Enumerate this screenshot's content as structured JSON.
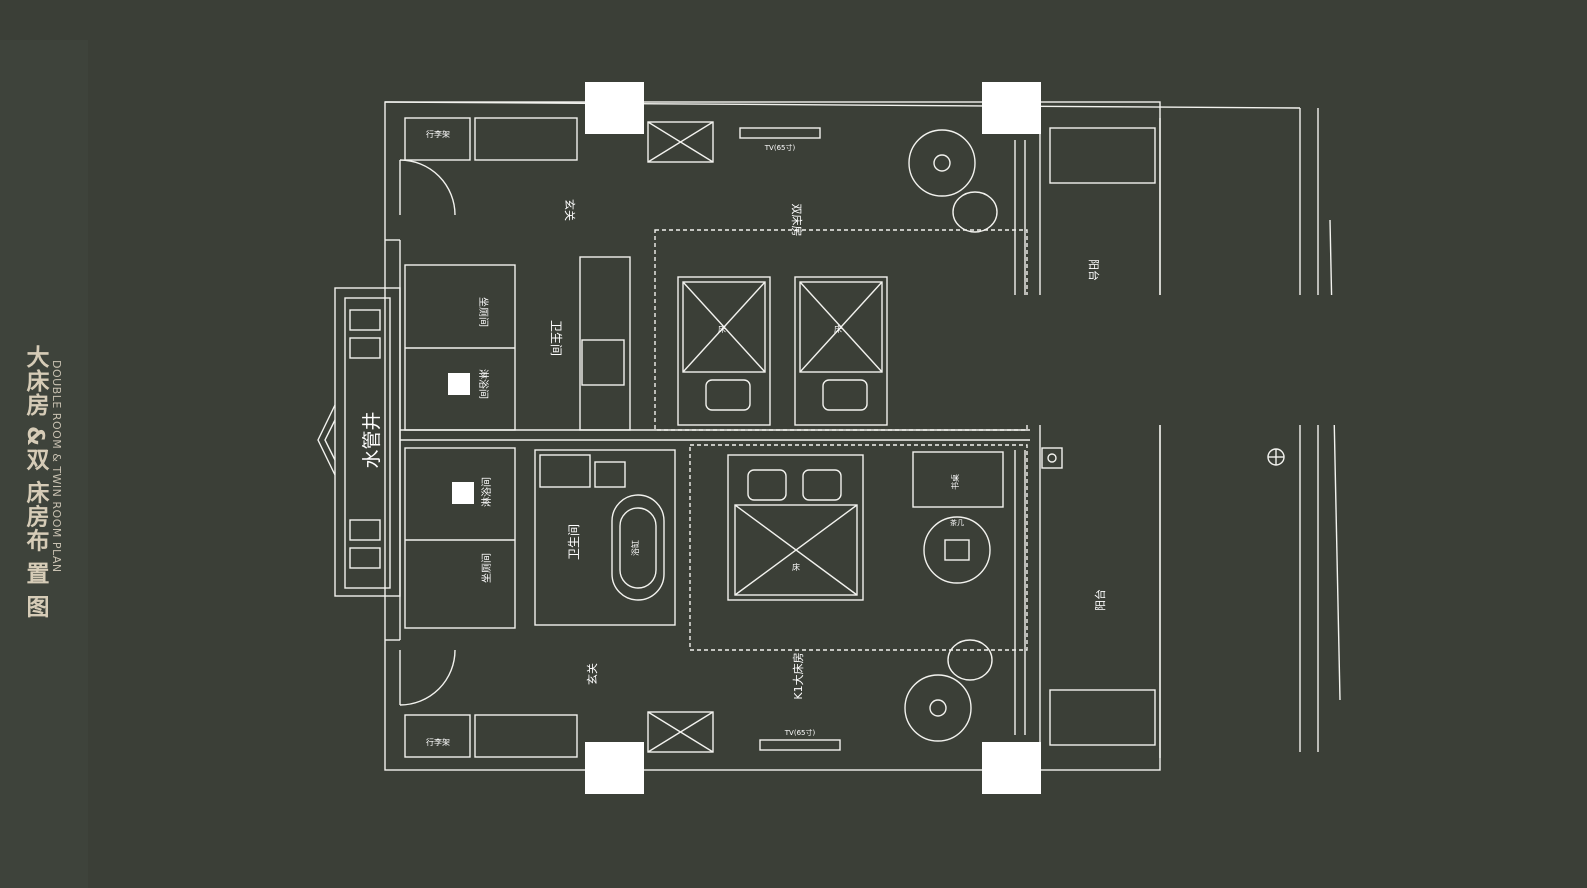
{
  "title": {
    "cn": "大床房 &双 床房布 置 图",
    "en": "DOUBLE ROOM & TWIN ROOM PLAN"
  },
  "labels": {
    "water_shaft": "水管井",
    "vestibule_top": "玄关",
    "vestibule_bottom": "玄关",
    "bath_top": "卫生间",
    "bath_bottom": "卫生间",
    "wc_top": "坐厕间",
    "wc_bottom": "坐厕间",
    "shower_top": "淋浴间",
    "shower_bottom": "淋浴间",
    "twin_room": "双床房",
    "king_room": "K1大床房",
    "balcony_top": "阳台",
    "balcony_bottom": "阳台",
    "luggage_top": "行李架",
    "luggage_bottom": "行李架",
    "tv_top": "TV(65寸)",
    "tv_bottom": "TV(65寸)",
    "bed_top_left": "床",
    "bed_top_right": "床",
    "bed_bottom": "床",
    "bathtub": "浴缸",
    "desk": "书桌",
    "tea_table": "茶几"
  },
  "colors": {
    "background": "#3b3f37",
    "line": "#f2f2ee",
    "title": "#d6ccb7",
    "column": "#ffffff"
  }
}
